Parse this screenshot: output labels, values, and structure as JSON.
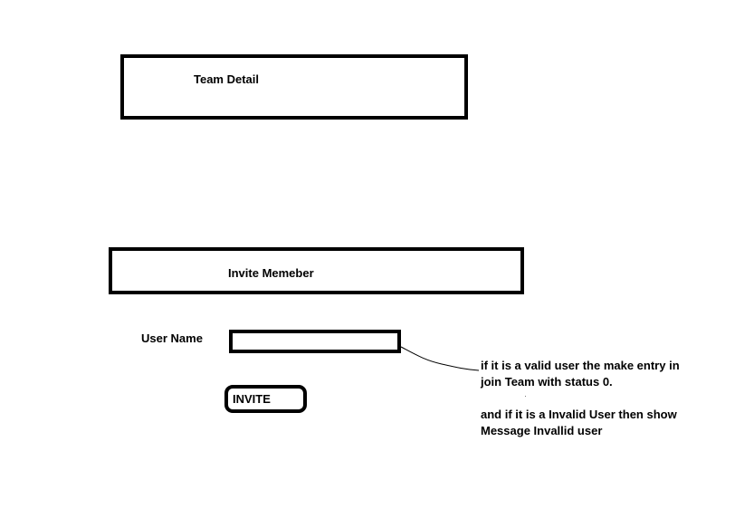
{
  "team_detail": {
    "title": "Team Detail"
  },
  "invite_member": {
    "title": "Invite Memeber"
  },
  "form": {
    "username_label": "User Name",
    "username_value": "",
    "invite_button_label": "INVITE"
  },
  "notes": {
    "valid_user": [
      "if it is a valid user the make entry in",
      "join Team with status 0."
    ],
    "invalid_user": [
      "and if it is a Invalid User then show",
      "Message Invallid user"
    ]
  }
}
